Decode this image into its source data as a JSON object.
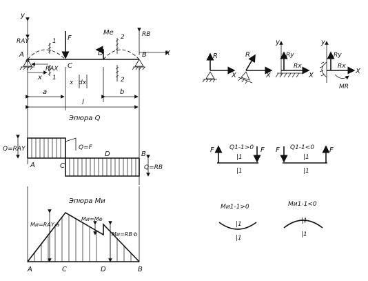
{
  "beam": {
    "axis_y": "y",
    "axis_x": "X",
    "r_ay": "RAY",
    "r_by": "RB",
    "r_ax": "RAX",
    "force": "F",
    "moment": "Me",
    "pt_a": "A",
    "pt_b": "B",
    "pt_c": "C",
    "pt_d": "D",
    "x": "x",
    "dx": "dx",
    "dim_a": "a",
    "dim_b": "b",
    "dim_l": "l",
    "sec1_top": "1",
    "sec1_bot": "1",
    "sec2_top": "2",
    "sec2_bot": "2"
  },
  "shear_diagram": {
    "title": "Эпюра Q",
    "q_left": "Q=RAY",
    "q_f": "Q=F",
    "q_right": "Q=RB",
    "pt_a": "A",
    "pt_c": "C",
    "pt_d": "D",
    "pt_b": "B"
  },
  "moment_diagram": {
    "title": "Эпюра Mи",
    "m_c": "Mи=RAY·a",
    "m_e": "Mи=Me",
    "m_d": "Mи=RB·b",
    "pt_a": "A",
    "pt_c": "C",
    "pt_d": "D",
    "pt_b": "B"
  },
  "supports": {
    "s1_r": "R",
    "s1_x": "X",
    "s2_r": "R",
    "s2_x": "X",
    "s3_y": "y",
    "s3_ry": "Ry",
    "s3_rx": "Rx",
    "s3_x": "X",
    "s4_y": "y",
    "s4_ry": "Ry",
    "s4_rx": "Rx",
    "s4_mr": "MR",
    "s4_x": "X"
  },
  "signs": {
    "q_pos": "Q1-1>0",
    "q_neg": "Q1-1<0",
    "q_pos_f_left": "F",
    "q_pos_f_right": "F",
    "q_neg_f_left": "F",
    "q_neg_f_right": "F",
    "m_pos": "Mи1-1>0",
    "m_neg": "Mи1-1<0",
    "sec_top": "|1",
    "sec_bot": "|1"
  }
}
